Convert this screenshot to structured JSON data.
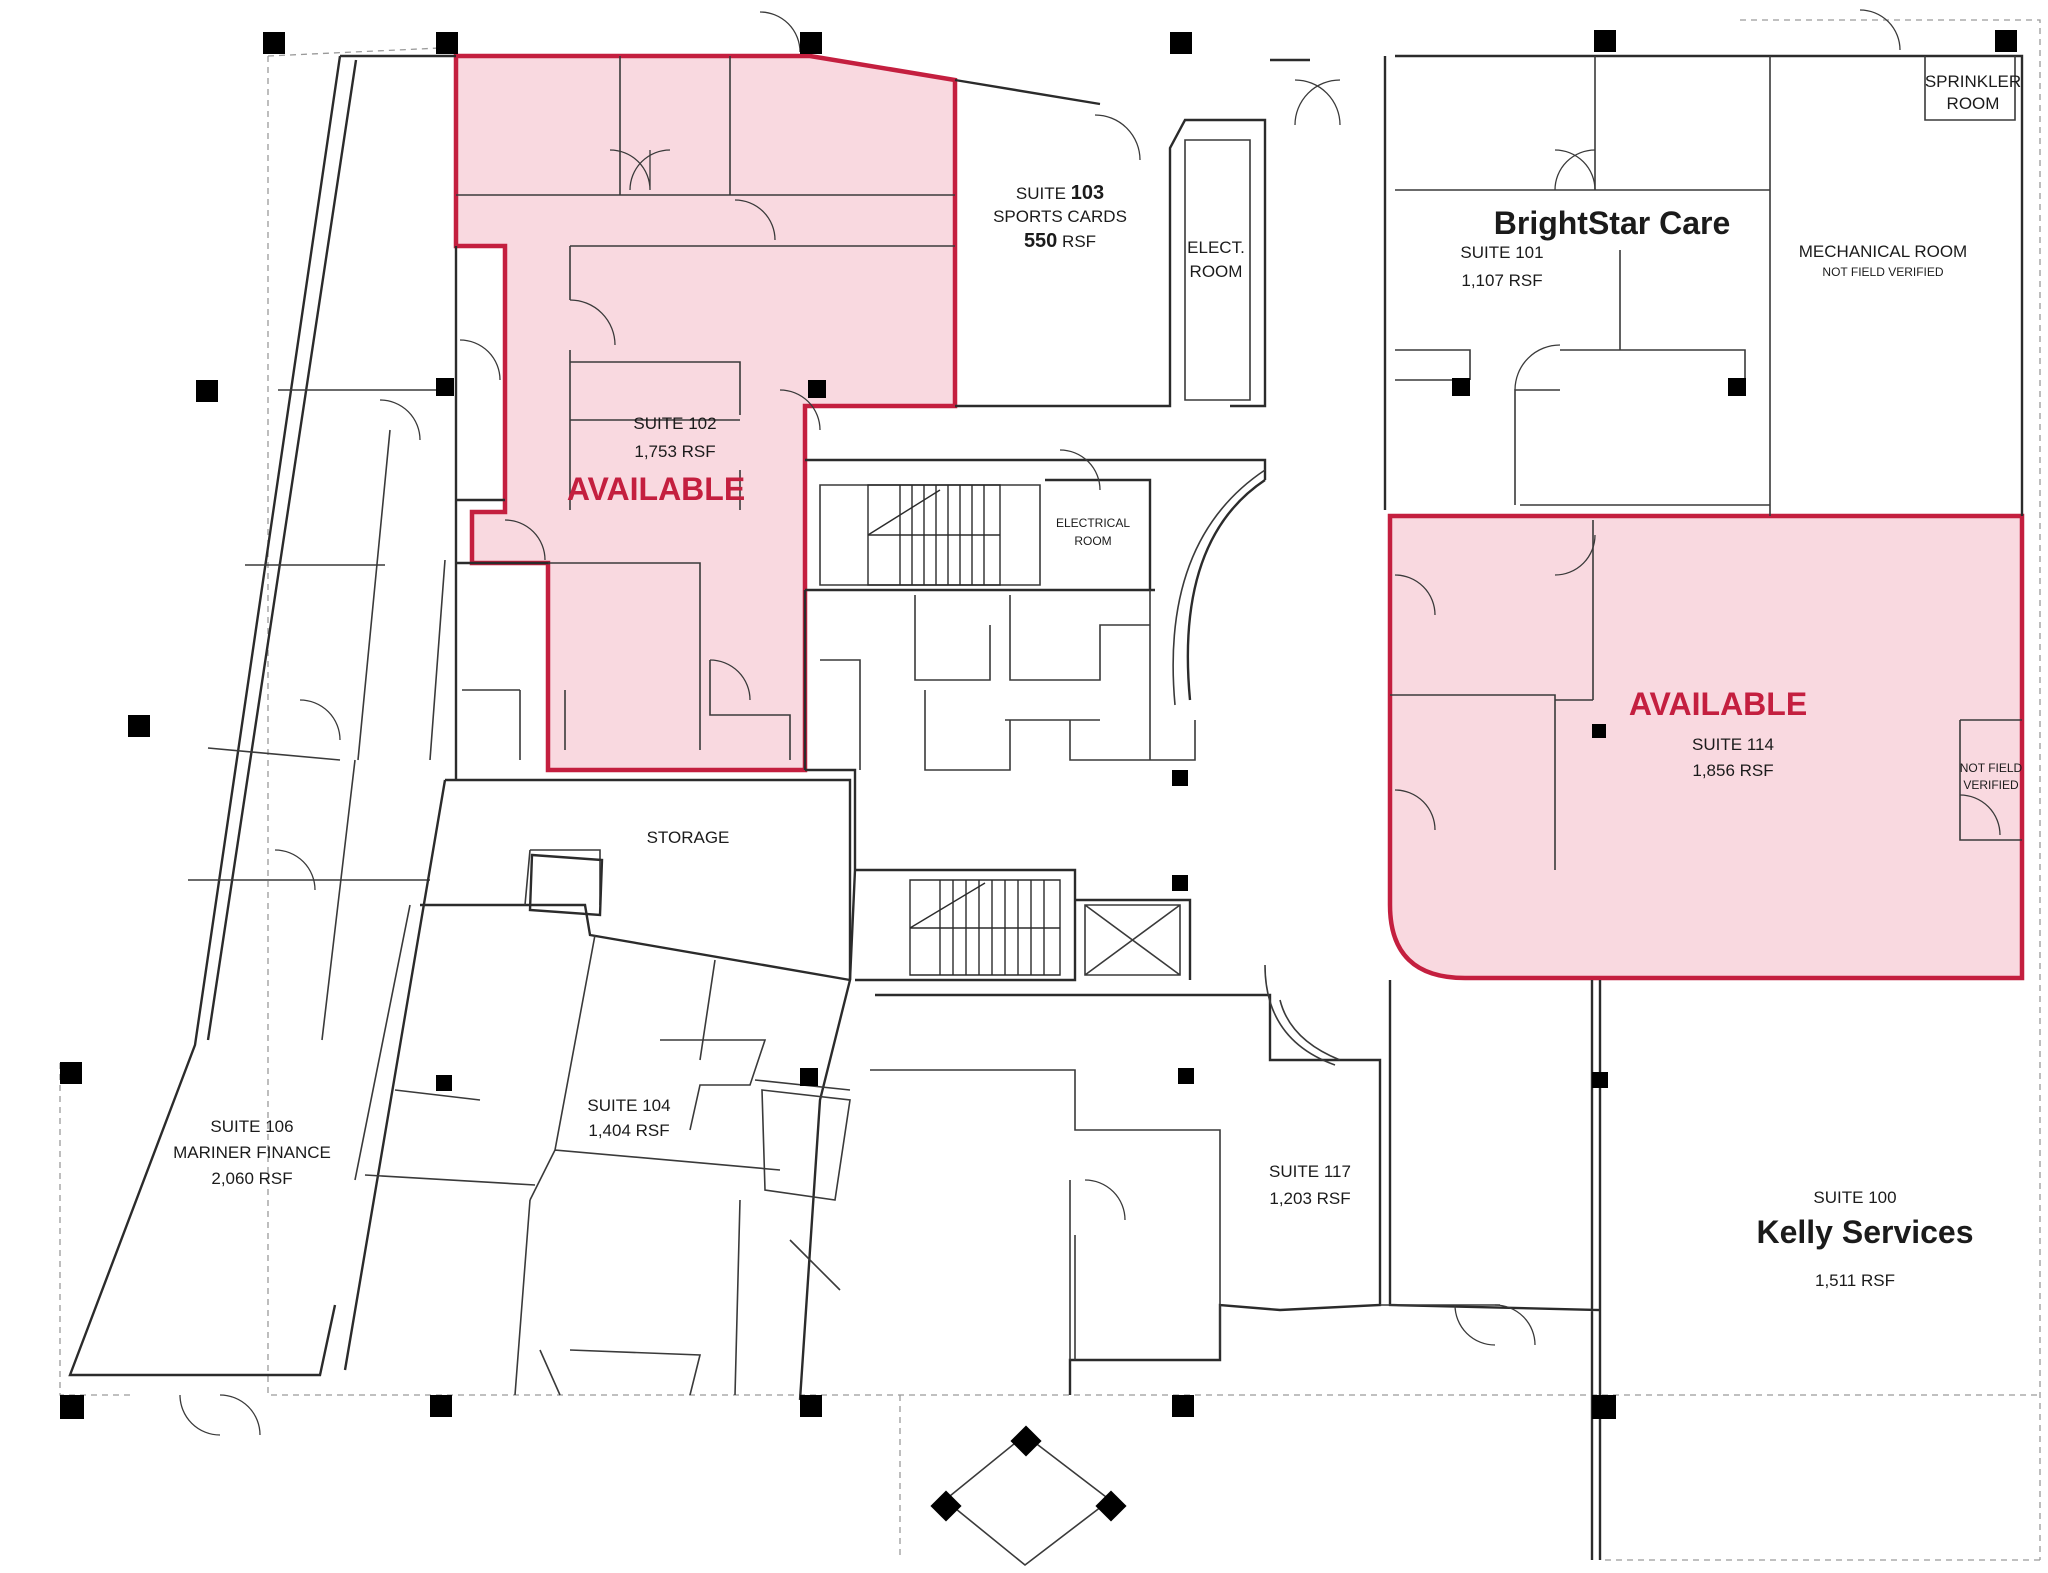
{
  "labels": {
    "sprinkler_room_1": "SPRINKLER",
    "sprinkler_room_2": "ROOM",
    "suite_103_line1_prefix": "SUITE",
    "suite_103_number": "103",
    "suite_103_tenant": "SPORTS CARDS",
    "suite_103_area_value": "550",
    "suite_103_area_unit": "RSF",
    "elect_room_1": "ELECT.",
    "elect_room_2": "ROOM",
    "brightstar_tenant": "BrightStar Care",
    "suite_101_name": "SUITE 101",
    "suite_101_area": "1,107 RSF",
    "mechanical_room": "MECHANICAL ROOM",
    "mechanical_note": "NOT FIELD VERIFIED",
    "suite_102_name": "SUITE 102",
    "suite_102_area": "1,753 RSF",
    "suite_102_status": "AVAILABLE",
    "electrical_room_1": "ELECTRICAL",
    "electrical_room_2": "ROOM",
    "suite_114_status": "AVAILABLE",
    "suite_114_name": "SUITE 114",
    "suite_114_area": "1,856 RSF",
    "suite_114_note_1": "NOT FIELD",
    "suite_114_note_2": "VERIFIED",
    "storage": "STORAGE",
    "suite_104_name": "SUITE 104",
    "suite_104_area": "1,404 RSF",
    "suite_106_name": "SUITE 106",
    "suite_106_tenant": "MARINER FINANCE",
    "suite_106_area": "2,060 RSF",
    "suite_117_name": "SUITE 117",
    "suite_117_area": "1,203 RSF",
    "suite_100_name": "SUITE 100",
    "suite_100_tenant": "Kelly Services",
    "suite_100_area": "1,511 RSF"
  },
  "colors": {
    "available_fill": "#f9d9e0",
    "available_outline": "#c41f3f",
    "wall": "#2b2b2b",
    "column": "#000000"
  }
}
